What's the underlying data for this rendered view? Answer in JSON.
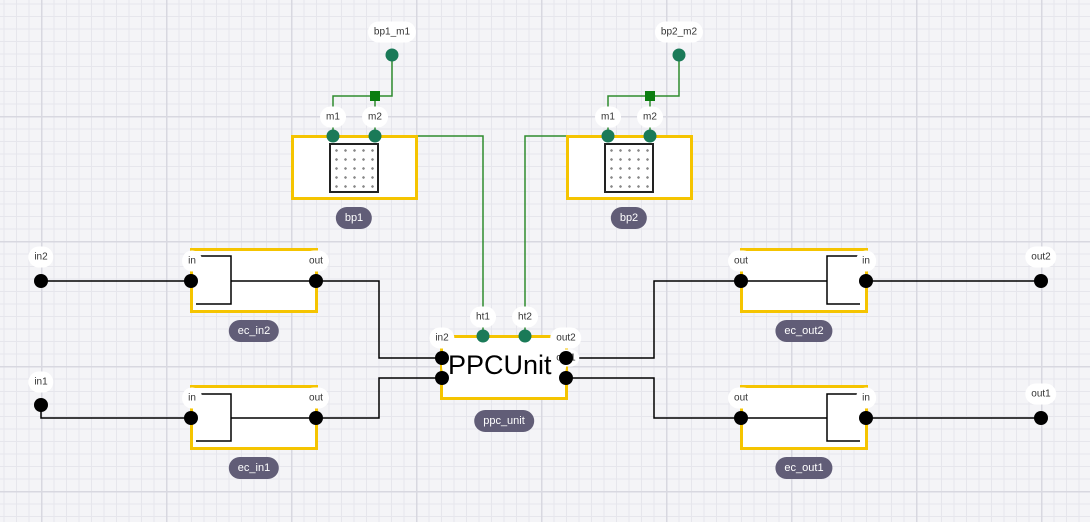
{
  "diagram": {
    "colors": {
      "block_border": "#f5c400",
      "signal_wire": "#000000",
      "physical_wire": "#2e8b2e",
      "port_green": "#1a7a58",
      "badge_bg": "#615d77"
    },
    "external_ports": {
      "in2": "in2",
      "in1": "in1",
      "out2": "out2",
      "out1": "out1",
      "bp1_m1": "bp1_m1",
      "bp2_m2": "bp2_m2"
    },
    "blocks": {
      "bp1": {
        "name": "bp1",
        "ports": [
          "m1",
          "m2"
        ]
      },
      "bp2": {
        "name": "bp2",
        "ports": [
          "m1",
          "m2"
        ]
      },
      "ec_in2": {
        "name": "ec_in2",
        "in": "in",
        "out": "out"
      },
      "ec_in1": {
        "name": "ec_in1",
        "in": "in",
        "out": "out"
      },
      "ec_out2": {
        "name": "ec_out2",
        "in": "in",
        "out": "out"
      },
      "ec_out1": {
        "name": "ec_out1",
        "in": "in",
        "out": "out"
      },
      "ppc_unit": {
        "name": "ppc_unit",
        "title": "PPCUnit",
        "ports": {
          "in2": "in2",
          "out2": "out2",
          "out1": "out1",
          "ht1": "ht1",
          "ht2": "ht2"
        }
      }
    }
  }
}
